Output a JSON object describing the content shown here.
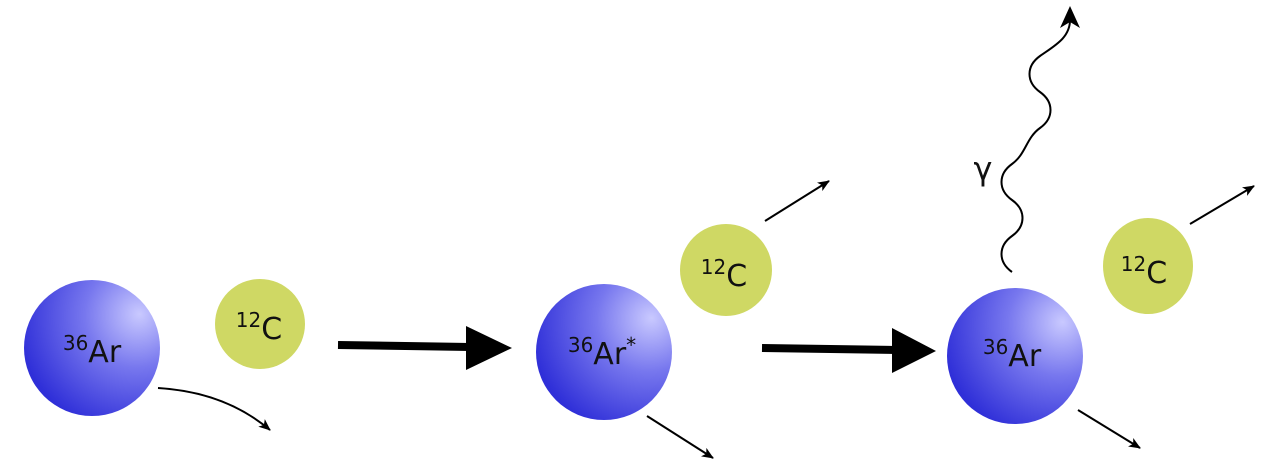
{
  "colors": {
    "argon_light": "#c9c9ff",
    "argon_mid": "#7777ee",
    "argon_dark": "#2f2fd8",
    "carbon": "#cfd864",
    "arrow": "#000000"
  },
  "stages": [
    {
      "argon": {
        "mass": "36",
        "symbol": "Ar",
        "excited": ""
      },
      "carbon": {
        "mass": "12",
        "symbol": "C"
      }
    },
    {
      "argon": {
        "mass": "36",
        "symbol": "Ar",
        "excited": "*"
      },
      "carbon": {
        "mass": "12",
        "symbol": "C"
      }
    },
    {
      "argon": {
        "mass": "36",
        "symbol": "Ar",
        "excited": ""
      },
      "carbon": {
        "mass": "12",
        "symbol": "C"
      },
      "gamma": {
        "symbol": "γ"
      }
    }
  ]
}
